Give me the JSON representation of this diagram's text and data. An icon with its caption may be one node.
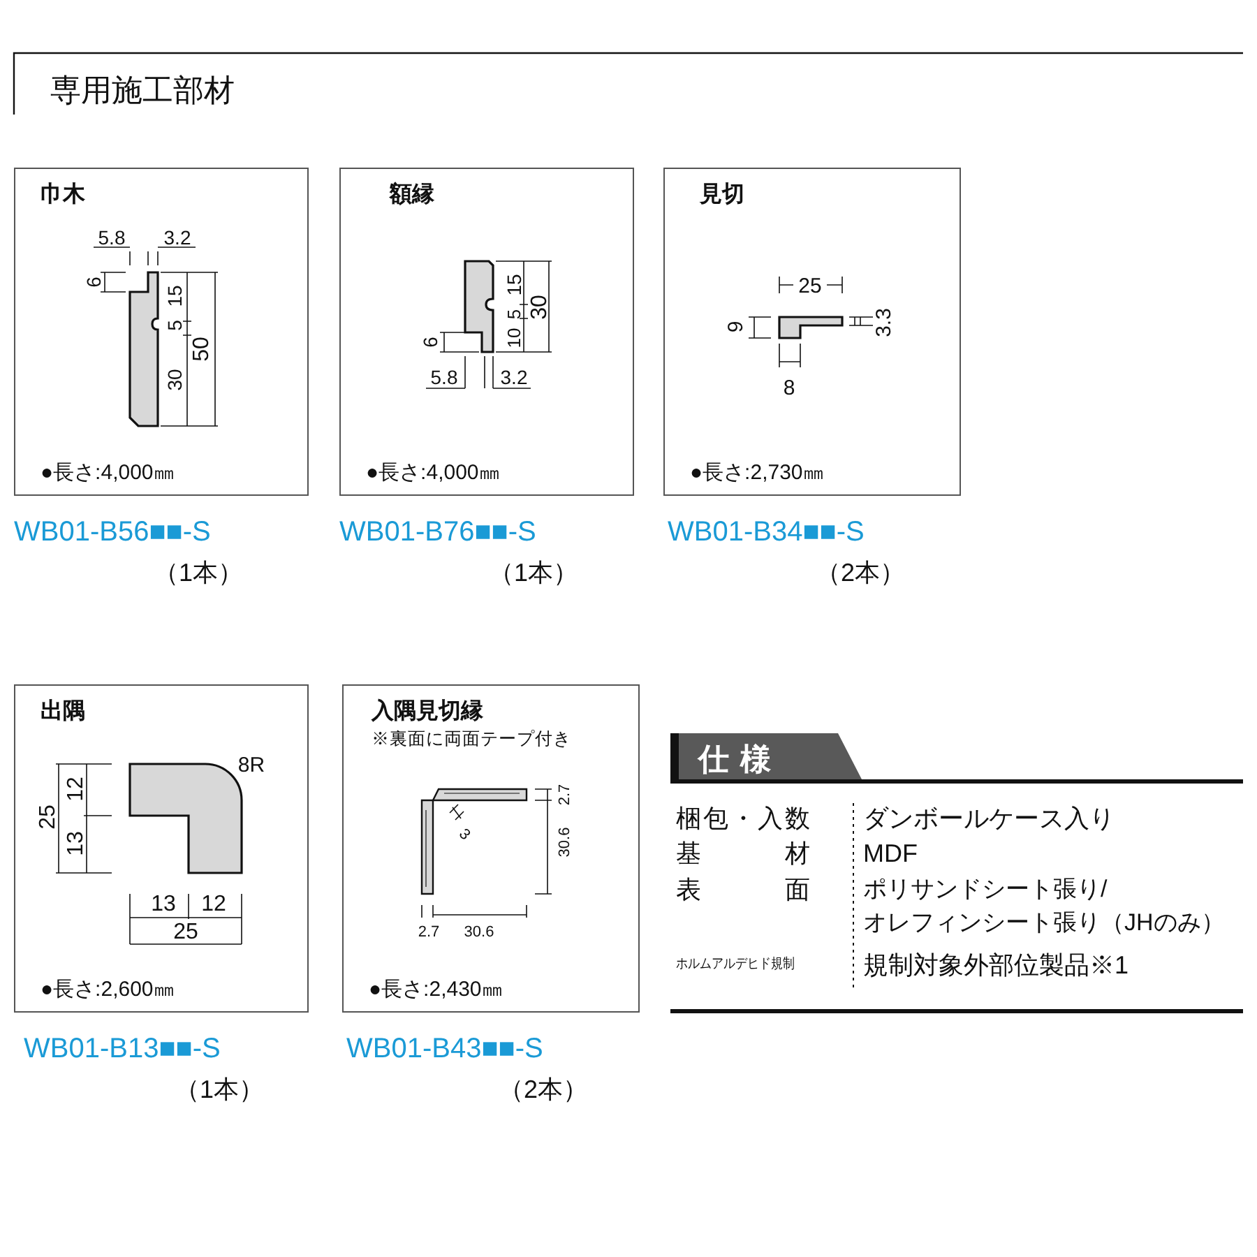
{
  "diagram": {
    "title": "専用施工部材",
    "nodes": [
      {
        "text": [
          "巾木",
          "●長さ:4,000㎜"
        ],
        "beside": [
          "WB01-B56■■-S",
          "（1本）"
        ]
      },
      {
        "text": [
          "額縁",
          "●長さ:4,000㎜"
        ],
        "beside": [
          "WB01-B76■■-S",
          "（1本）"
        ]
      },
      {
        "text": [
          "見切",
          "●長さ:2,730㎜"
        ],
        "beside": [
          "WB01-B34■■-S",
          "（2本）"
        ]
      },
      {
        "text": [
          "出隅",
          "●長さ:2,600㎜"
        ],
        "beside": [
          "WB01-B13■■-S",
          "（1本）"
        ]
      },
      {
        "text": [
          "入隅見切縁",
          "※裏面に両面テープ付き",
          "●長さ:2,430㎜"
        ],
        "beside": [
          "WB01-B43■■-S",
          "（2本）"
        ]
      }
    ],
    "labels": [
      "5.8",
      "3.2",
      "6",
      "15",
      "5",
      "30",
      "50",
      "15",
      "5",
      "10",
      "30",
      "6",
      "5.8",
      "3.2",
      "25",
      "9",
      "3.3",
      "8",
      "8R",
      "25",
      "12",
      "13",
      "13",
      "12",
      "25",
      "3",
      "2.7",
      "30.6",
      "2.7",
      "30.6",
      "仕様",
      "梱包・入数",
      "ダンボールケース入り",
      "基材",
      "MDF",
      "表面",
      "ポリサンドシート張り/オレフィンシート張り（JHのみ）",
      "ホルムアルデヒド規制",
      "規制対象外部位製品※1"
    ]
  }
}
